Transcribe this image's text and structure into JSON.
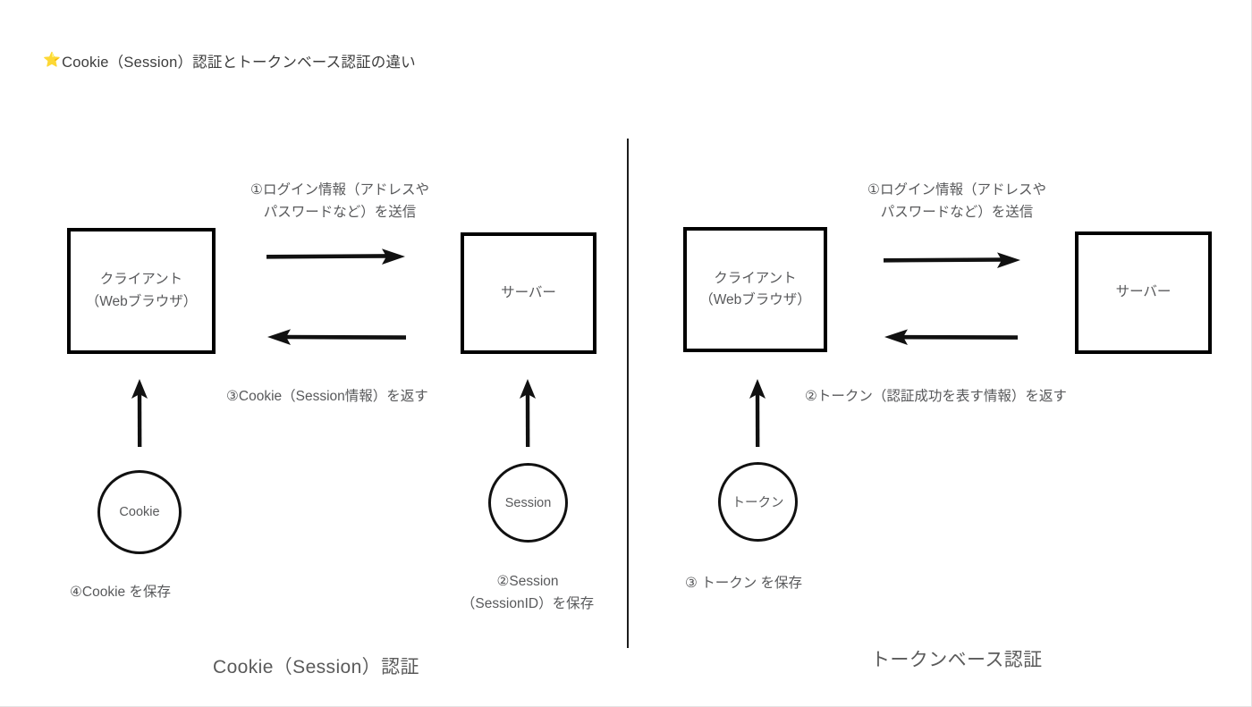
{
  "page": {
    "title_star": "⭐",
    "title_text": "Cookie（Session）認証とトークンベース認証の違い",
    "background_color": "#ffffff",
    "ink_color": "#000000",
    "text_color": "#58595b"
  },
  "left_diagram": {
    "caption": "Cookie（Session）認証",
    "client_box": {
      "line1": "クライアント",
      "line2": "（Webブラウザ）"
    },
    "server_box": {
      "line1": "サーバー"
    },
    "client_store_circle": {
      "label": "Cookie"
    },
    "server_store_circle": {
      "label": "Session"
    },
    "request_label": {
      "line1": "①ログイン情報（アドレスや",
      "line2": "パスワードなど）を送信"
    },
    "response_label": {
      "line1": "③Cookie（Session情報）を返す"
    },
    "client_store_label": {
      "line1": "④Cookie を保存"
    },
    "server_store_label": {
      "line1": "②Session",
      "line2": "（SessionID）を保存"
    }
  },
  "right_diagram": {
    "caption": "トークンベース認証",
    "client_box": {
      "line1": "クライアント",
      "line2": "（Webブラウザ）"
    },
    "server_box": {
      "line1": "サーバー"
    },
    "client_store_circle": {
      "label": "トークン"
    },
    "request_label": {
      "line1": "①ログイン情報（アドレスや",
      "line2": "パスワードなど）を送信"
    },
    "response_label": {
      "line1": "②トークン（認証成功を表す情報）を返す"
    },
    "client_store_label": {
      "line1": "③ トークン を保存"
    }
  }
}
